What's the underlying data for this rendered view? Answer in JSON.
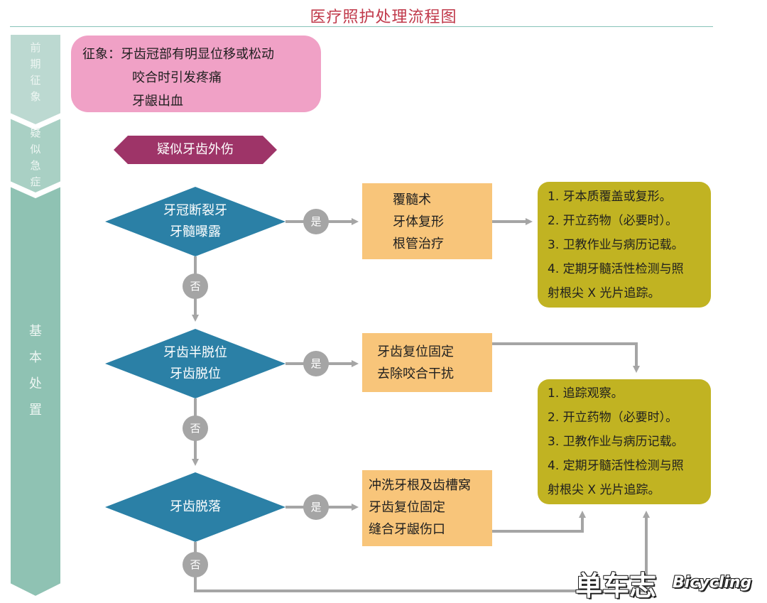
{
  "title": "医疗照护处理流程图",
  "stages": [
    {
      "label": [
        "前",
        "期",
        "征",
        "象"
      ]
    },
    {
      "label": [
        "疑",
        "似",
        "急",
        "症"
      ]
    },
    {
      "label": [
        "基",
        "本",
        "处",
        "置"
      ]
    }
  ],
  "symptoms": {
    "prefix": "征象：",
    "lines": [
      "牙齿冠部有明显位移或松动",
      "咬合时引发疼痛",
      "牙龈出血"
    ]
  },
  "suspect": "疑似牙齿外伤",
  "decisions": [
    {
      "lines": [
        "牙冠断裂牙",
        "牙髓曝露"
      ]
    },
    {
      "lines": [
        "牙齿半脱位",
        "牙齿脱位"
      ]
    },
    {
      "lines": [
        "牙齿脱落"
      ]
    }
  ],
  "actions": [
    {
      "lines": [
        "覆髓术",
        "牙体复形",
        "根管治疗"
      ]
    },
    {
      "lines": [
        "牙齿复位固定",
        "去除咬合干扰"
      ]
    },
    {
      "lines": [
        "冲洗牙根及齿槽窝",
        "牙齿复位固定",
        "缝合牙龈伤口"
      ]
    }
  ],
  "followups": [
    {
      "lines": [
        "1. 牙本质覆盖或复形。",
        "2. 开立药物（必要时）。",
        "3. 卫教作业与病历记载。",
        "4. 定期牙髓活性检测与照",
        "射根尖 X 光片追踪。"
      ]
    },
    {
      "lines": [
        "1. 追踪观察。",
        "2. 开立药物（必要时）。",
        "3. 卫教作业与病历记载。",
        "4. 定期牙髓活性检测与照",
        "射根尖 X 光片追踪。"
      ]
    }
  ],
  "yes_label": "是",
  "no_label": "否",
  "watermark": {
    "cn": "单车志",
    "en": "Bicycling"
  },
  "colors": {
    "pink": "#f0a1c6",
    "magenta": "#9e3468",
    "teal": "#2b80a6",
    "orange": "#f8c57a",
    "olive": "#c1b322",
    "gray": "#a5a5a5",
    "sidebar": "#8fc2b3",
    "title_red": "#c0394a"
  }
}
